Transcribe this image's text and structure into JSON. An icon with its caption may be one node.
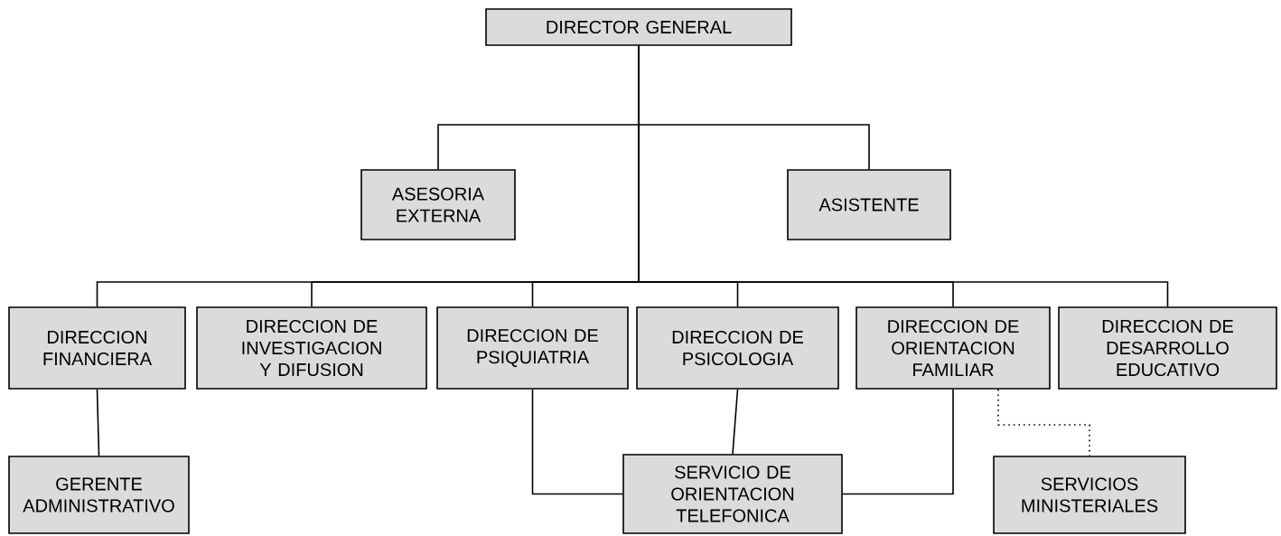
{
  "diagram": {
    "nodes": [
      {
        "text": [
          "DIRECTOR GENERAL"
        ]
      },
      {
        "text": [
          "ASESORIA EXTERNA"
        ]
      },
      {
        "text": [
          "ASISTENTE"
        ]
      },
      {
        "text": [
          "DIRECCION FINANCIERA"
        ]
      },
      {
        "text": [
          "DIRECCION DE INVESTIGACION Y DIFUSION"
        ]
      },
      {
        "text": [
          "DIRECCION DE PSIQUIATRIA"
        ]
      },
      {
        "text": [
          "DIRECCION DE PSICOLOGIA"
        ]
      },
      {
        "text": [
          "DIRECCION DE ORIENTACION FAMILIAR"
        ]
      },
      {
        "text": [
          "DIRECCION DE DESARROLLO EDUCATIVO"
        ]
      },
      {
        "text": [
          "GERENTE ADMINISTRATIVO"
        ]
      },
      {
        "text": [
          "SERVICIO DE ORIENTACION TELEFONICA"
        ]
      },
      {
        "text": [
          "SERVICIOS MINISTERIALES"
        ]
      }
    ],
    "edges": [
      {
        "from": 0,
        "to": 1,
        "arrow": "none"
      },
      {
        "from": 0,
        "to": 2,
        "arrow": "none"
      },
      {
        "from": 0,
        "to": 3,
        "arrow": "none"
      },
      {
        "from": 0,
        "to": 4,
        "arrow": "none"
      },
      {
        "from": 0,
        "to": 5,
        "arrow": "none"
      },
      {
        "from": 0,
        "to": 6,
        "arrow": "none"
      },
      {
        "from": 0,
        "to": 7,
        "arrow": "none"
      },
      {
        "from": 0,
        "to": 8,
        "arrow": "none"
      },
      {
        "from": 3,
        "to": 9,
        "arrow": "none"
      },
      {
        "from": 5,
        "to": 10,
        "arrow": "none"
      },
      {
        "from": 6,
        "to": 10,
        "arrow": "none"
      },
      {
        "from": 7,
        "to": 10,
        "arrow": "none"
      },
      {
        "from": 7,
        "to": 11,
        "arrow": "none",
        "style": "dashed"
      }
    ]
  }
}
